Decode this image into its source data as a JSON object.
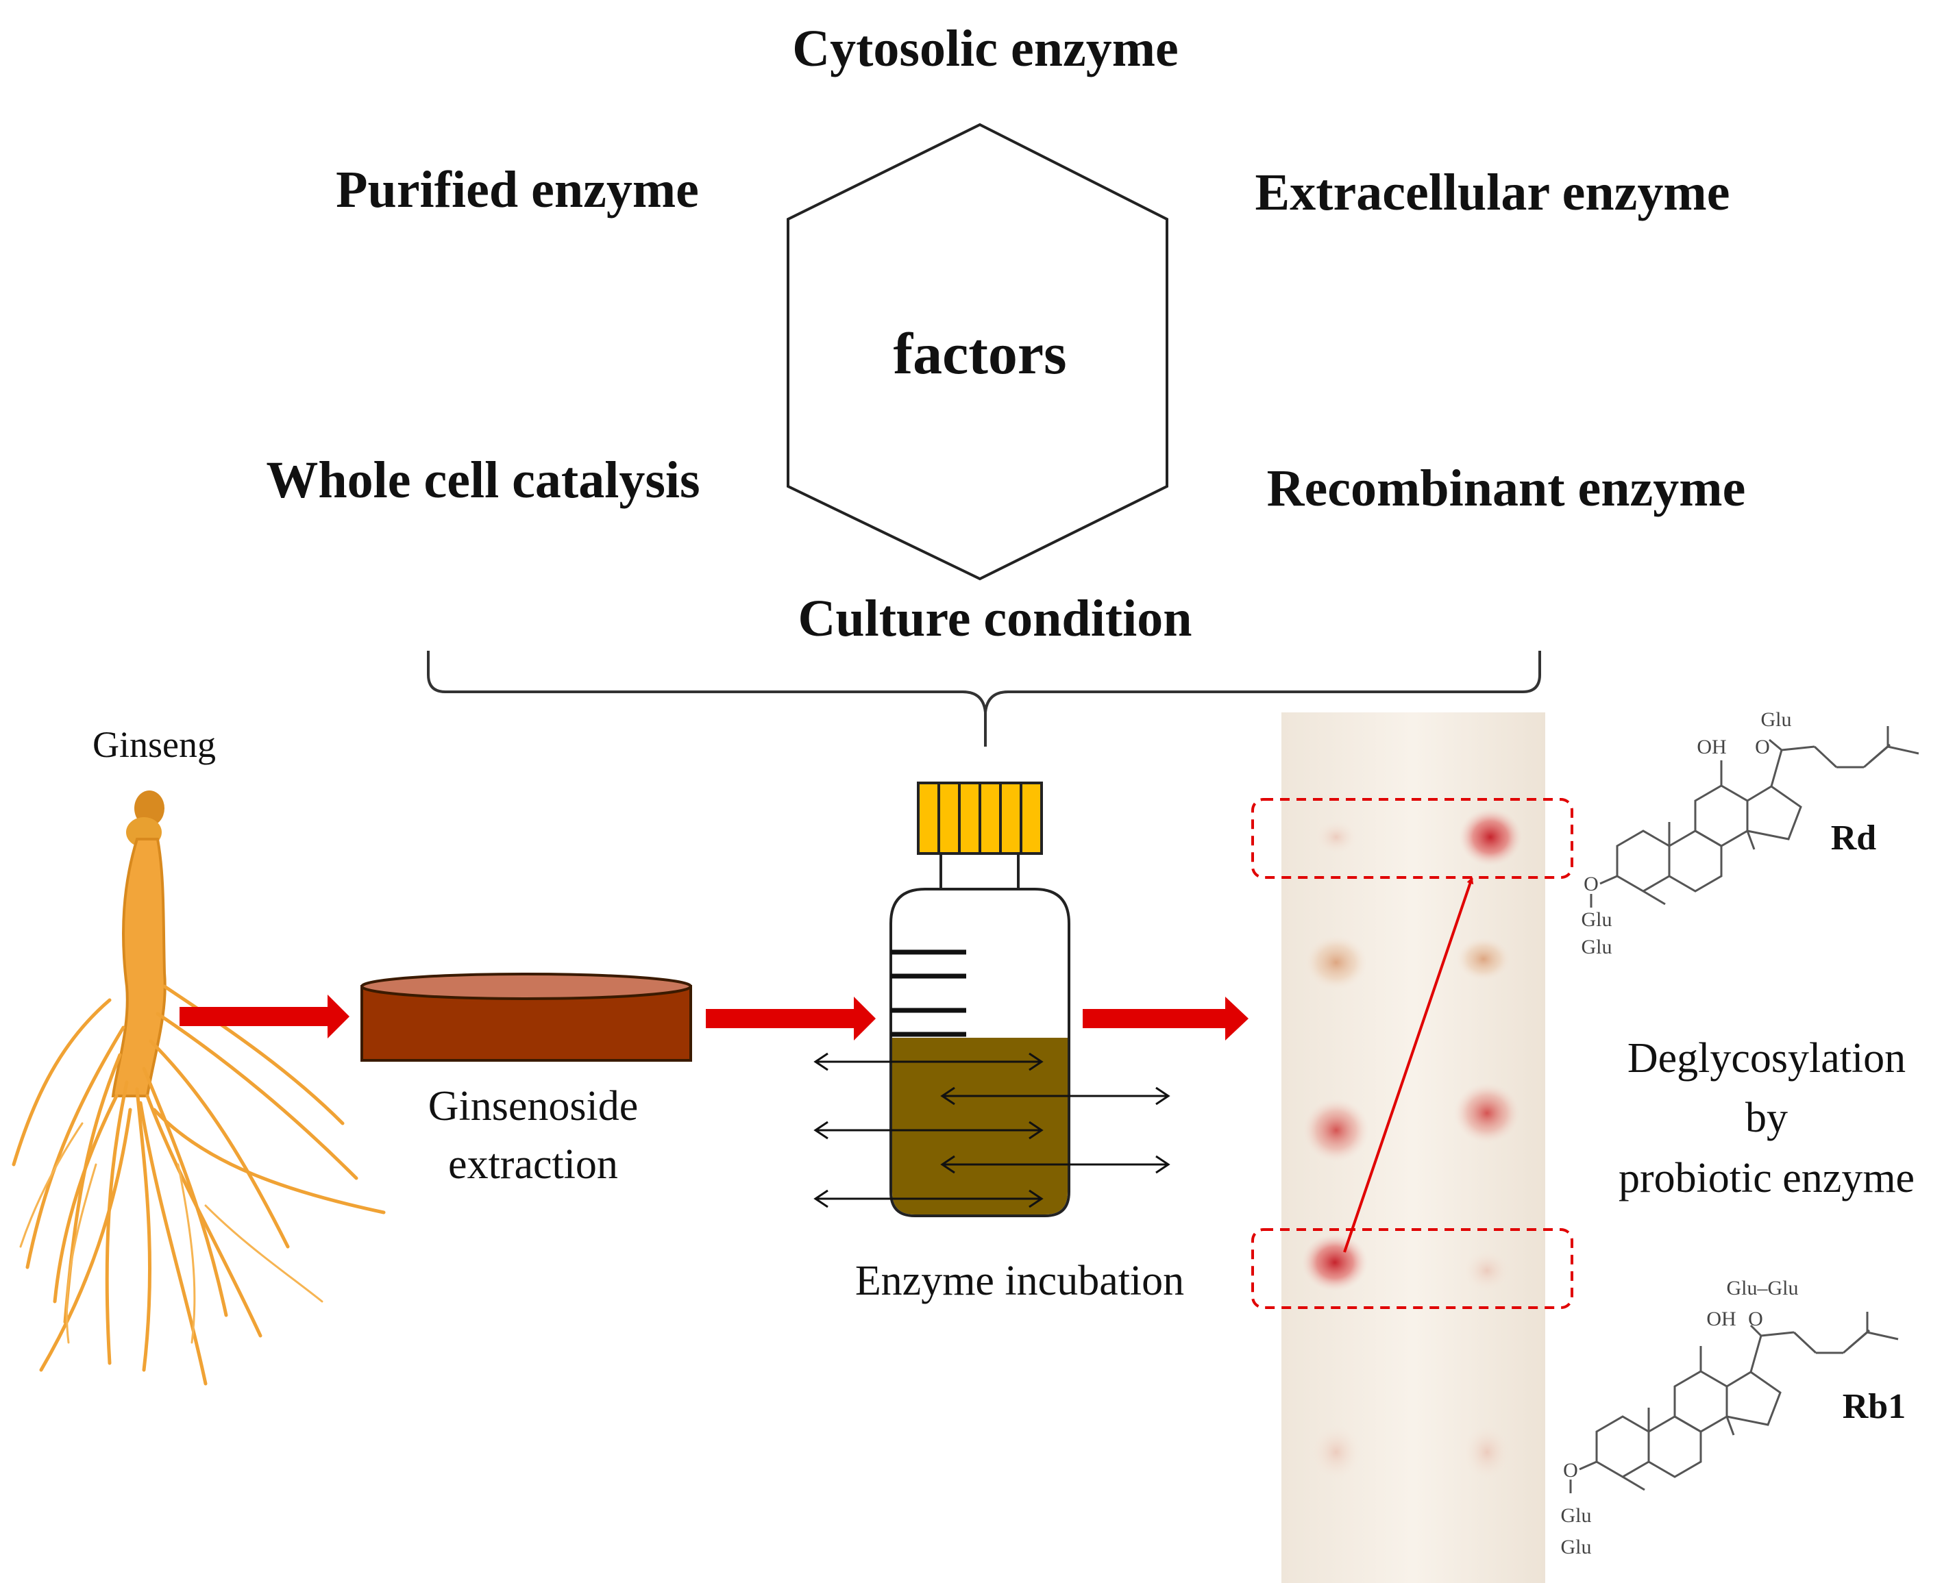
{
  "factors": {
    "center": "factors",
    "top": "Cytosolic enzyme",
    "upper_left": "Purified enzyme",
    "upper_right": "Extracellular enzyme",
    "lower_left": "Whole cell catalysis",
    "lower_right": "Recombinant enzyme",
    "bottom": "Culture condition"
  },
  "process": {
    "ginseng_label": "Ginseng",
    "extraction_line1": "Ginsenoside",
    "extraction_line2": "extraction",
    "incubation_label": "Enzyme incubation",
    "result_line1": "Deglycosylation",
    "result_line2": "by",
    "result_line3": "probiotic enzyme"
  },
  "compounds": {
    "product": "Rd",
    "substrate": "Rb1",
    "glu": "Glu",
    "glu_glu": "Glu–Glu",
    "oh": "OH",
    "o": "O"
  },
  "colors": {
    "arrow": "#e00000",
    "bottle_cap": "#ffc000",
    "bottle_liquid": "#7f6000",
    "dish": "#993300",
    "dish_top": "#c9765a",
    "tlc_spot": "#d42828",
    "tlc_plate": "#f5efe6",
    "ginseng": "#f0a030"
  }
}
